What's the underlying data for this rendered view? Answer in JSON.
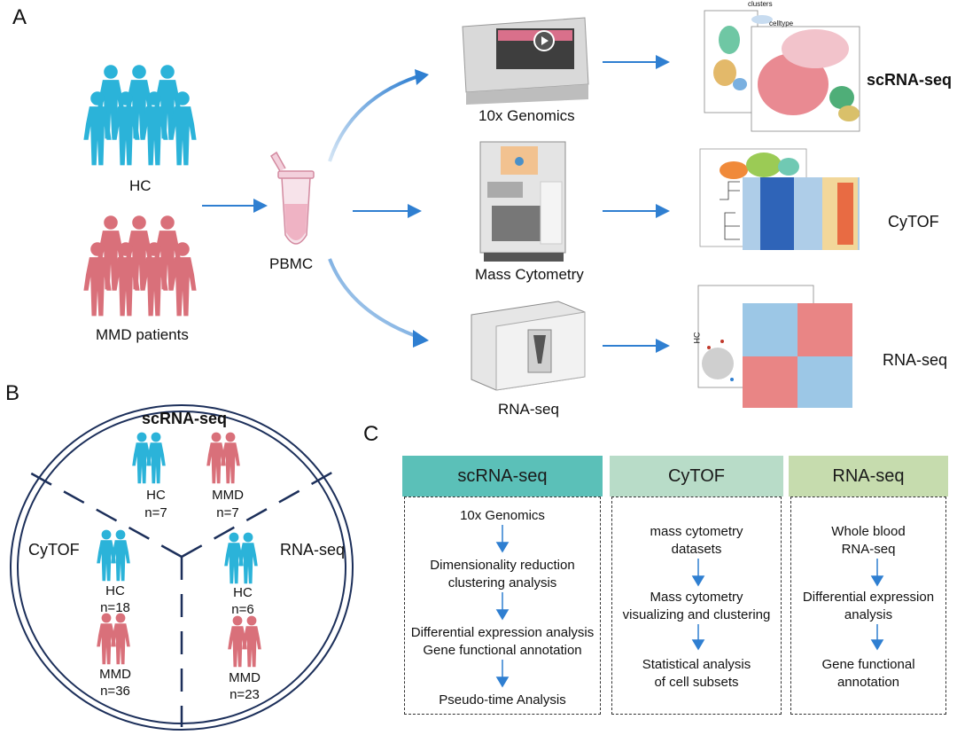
{
  "panels": {
    "a": "A",
    "b": "B",
    "c": "C"
  },
  "panel_a": {
    "hc_label": "HC",
    "mmd_label": "MMD patients",
    "pbmc_label": "PBMC",
    "platforms": [
      "10x Genomics",
      "Mass Cytometry",
      "RNA-seq"
    ],
    "outputs": [
      "scRNA-seq",
      "CyTOF",
      "RNA-seq"
    ],
    "plot_text": {
      "clusters": "clusters",
      "celltype": "celltype",
      "hc_axis": "HC"
    }
  },
  "panel_b": {
    "scrna_title": "scRNA-seq",
    "cytof_title": "CyTOF",
    "rnaseq_title": "RNA-seq",
    "scrna_hc": "HC",
    "scrna_hc_n": "n=7",
    "scrna_mmd": "MMD",
    "scrna_mmd_n": "n=7",
    "cytof_hc": "HC",
    "cytof_hc_n": "n=18",
    "cytof_mmd": "MMD",
    "cytof_mmd_n": "n=36",
    "rnaseq_hc": "HC",
    "rnaseq_hc_n": "n=6",
    "rnaseq_mmd": "MMD",
    "rnaseq_mmd_n": "n=23"
  },
  "panel_c": {
    "columns": [
      {
        "title": "scRNA-seq",
        "color": "#5bc0b8",
        "steps": [
          "10x Genomics",
          "Dimensionality reduction\nclustering analysis",
          "Differential expression analysis\nGene functional annotation",
          "Pseudo-time Analysis"
        ]
      },
      {
        "title": "CyTOF",
        "color": "#b8dcc8",
        "steps": [
          "mass cytometry\ndatasets",
          "Mass cytometry\nvisualizing and clustering",
          "Statistical analysis\nof cell subsets"
        ]
      },
      {
        "title": "RNA-seq",
        "color": "#c6dcae",
        "steps": [
          "Whole blood\nRNA-seq",
          "Differential expression\nanalysis",
          "Gene functional\nannotation"
        ]
      }
    ]
  },
  "colors": {
    "hc": "#2bb3d9",
    "mmd": "#d9707a",
    "arrow": "#2f7fd1"
  }
}
